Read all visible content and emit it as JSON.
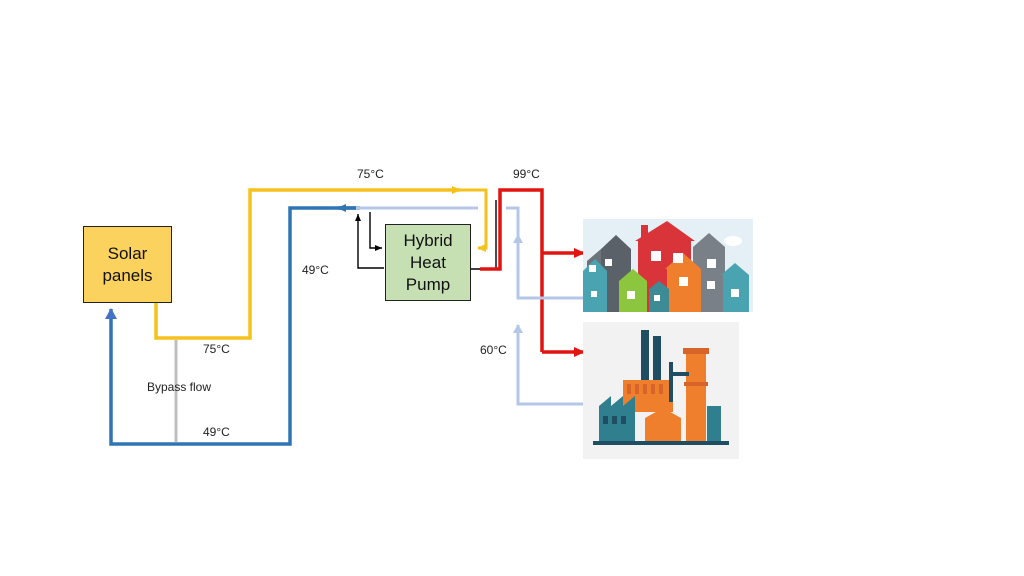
{
  "nodes": {
    "solar_panels": "Solar\npanels",
    "hybrid_heat_pump": "Hybrid\nHeat\nPump"
  },
  "labels": {
    "top_supply_temp": "75°C",
    "output_temp": "99°C",
    "return_temp_right": "49°C",
    "supply_temp_left": "75°C",
    "bypass": "Bypass flow",
    "return_temp_bottom": "49°C",
    "consumer_return_temp": "60°C"
  },
  "colors": {
    "hot_supply": "#f5c21b",
    "return": "#2e75b6",
    "high_temp": "#e3140f",
    "consumer_return": "#b4c7e7",
    "bypass": "#bfbfbf",
    "control": "#000000"
  },
  "consumers": [
    "houses-illustration",
    "factory-illustration"
  ]
}
